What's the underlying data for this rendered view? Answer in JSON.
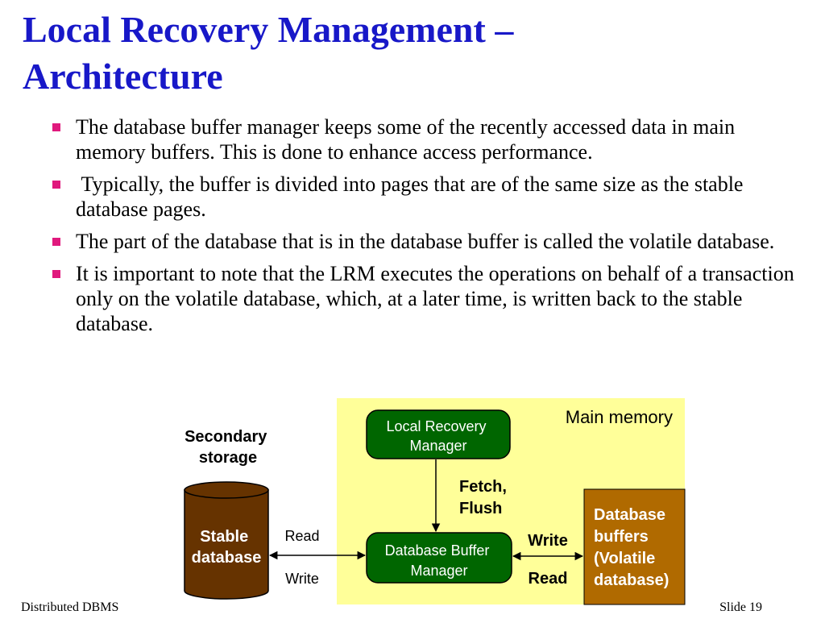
{
  "title_line1": "Local Recovery Management –",
  "title_line2": "Architecture",
  "bullets": [
    "The database buffer manager keeps some of the recently accessed data in main memory buffers. This is done to enhance access performance.",
    " Typically, the buffer is divided into pages that are of the same size as the stable database pages.",
    "The part of the database that is in the database buffer is called the volatile database.",
    "It is important to note that the LRM executes the operations on behalf of a transaction only on the volatile database, which, at a later time, is written back to the stable database."
  ],
  "diagram": {
    "main_memory_label": "Main memory",
    "secondary_storage_line1": "Secondary",
    "secondary_storage_line2": "storage",
    "stable_db_line1": "Stable",
    "stable_db_line2": "database",
    "lrm_line1": "Local Recovery",
    "lrm_line2": "Manager",
    "fetch_label": "Fetch,",
    "flush_label": "Flush",
    "dbm_line1": "Database Buffer",
    "dbm_line2": "Manager",
    "read_left": "Read",
    "write_left": "Write",
    "write_right": "Write",
    "read_right": "Read",
    "buffers_line1": "Database",
    "buffers_line2": "buffers",
    "buffers_line3": "(Volatile",
    "buffers_line4": "database)",
    "colors": {
      "main_memory_bg": "#ffff99",
      "manager_box": "#006600",
      "cylinder": "#663300",
      "buffers_box": "#b06a00",
      "title": "#1818c8",
      "bullet": "#e0197d"
    }
  },
  "footer": {
    "left": "Distributed DBMS",
    "right": "Slide 19"
  }
}
